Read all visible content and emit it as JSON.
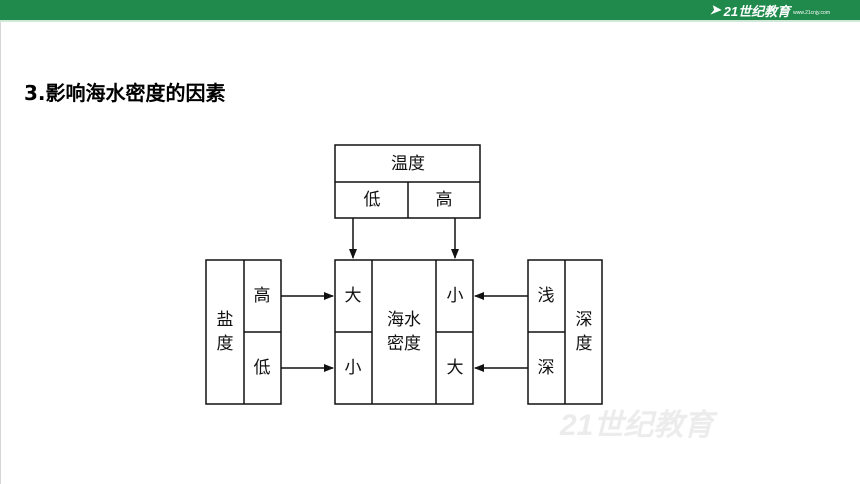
{
  "header": {
    "brand_logo": "21世纪教育",
    "brand_sub": "www.21cnjy.com"
  },
  "page": {
    "title": "3.影响海水密度的因素"
  },
  "diagram": {
    "center_line1": "海水",
    "center_line2": "密度",
    "temperature": {
      "label": "温度",
      "low": "低",
      "high": "高"
    },
    "salinity": {
      "label_line1": "盐",
      "label_line2": "度",
      "high": "高",
      "low": "低"
    },
    "depth": {
      "label_line1": "深",
      "label_line2": "度",
      "shallow": "浅",
      "deep": "深"
    },
    "left_results": {
      "top": "大",
      "bottom": "小"
    },
    "right_results": {
      "top": "小",
      "bottom": "大"
    }
  },
  "watermark": {
    "text": "21世纪教育"
  },
  "colors": {
    "header_green": "#1f8a4c",
    "line": "#111111"
  }
}
